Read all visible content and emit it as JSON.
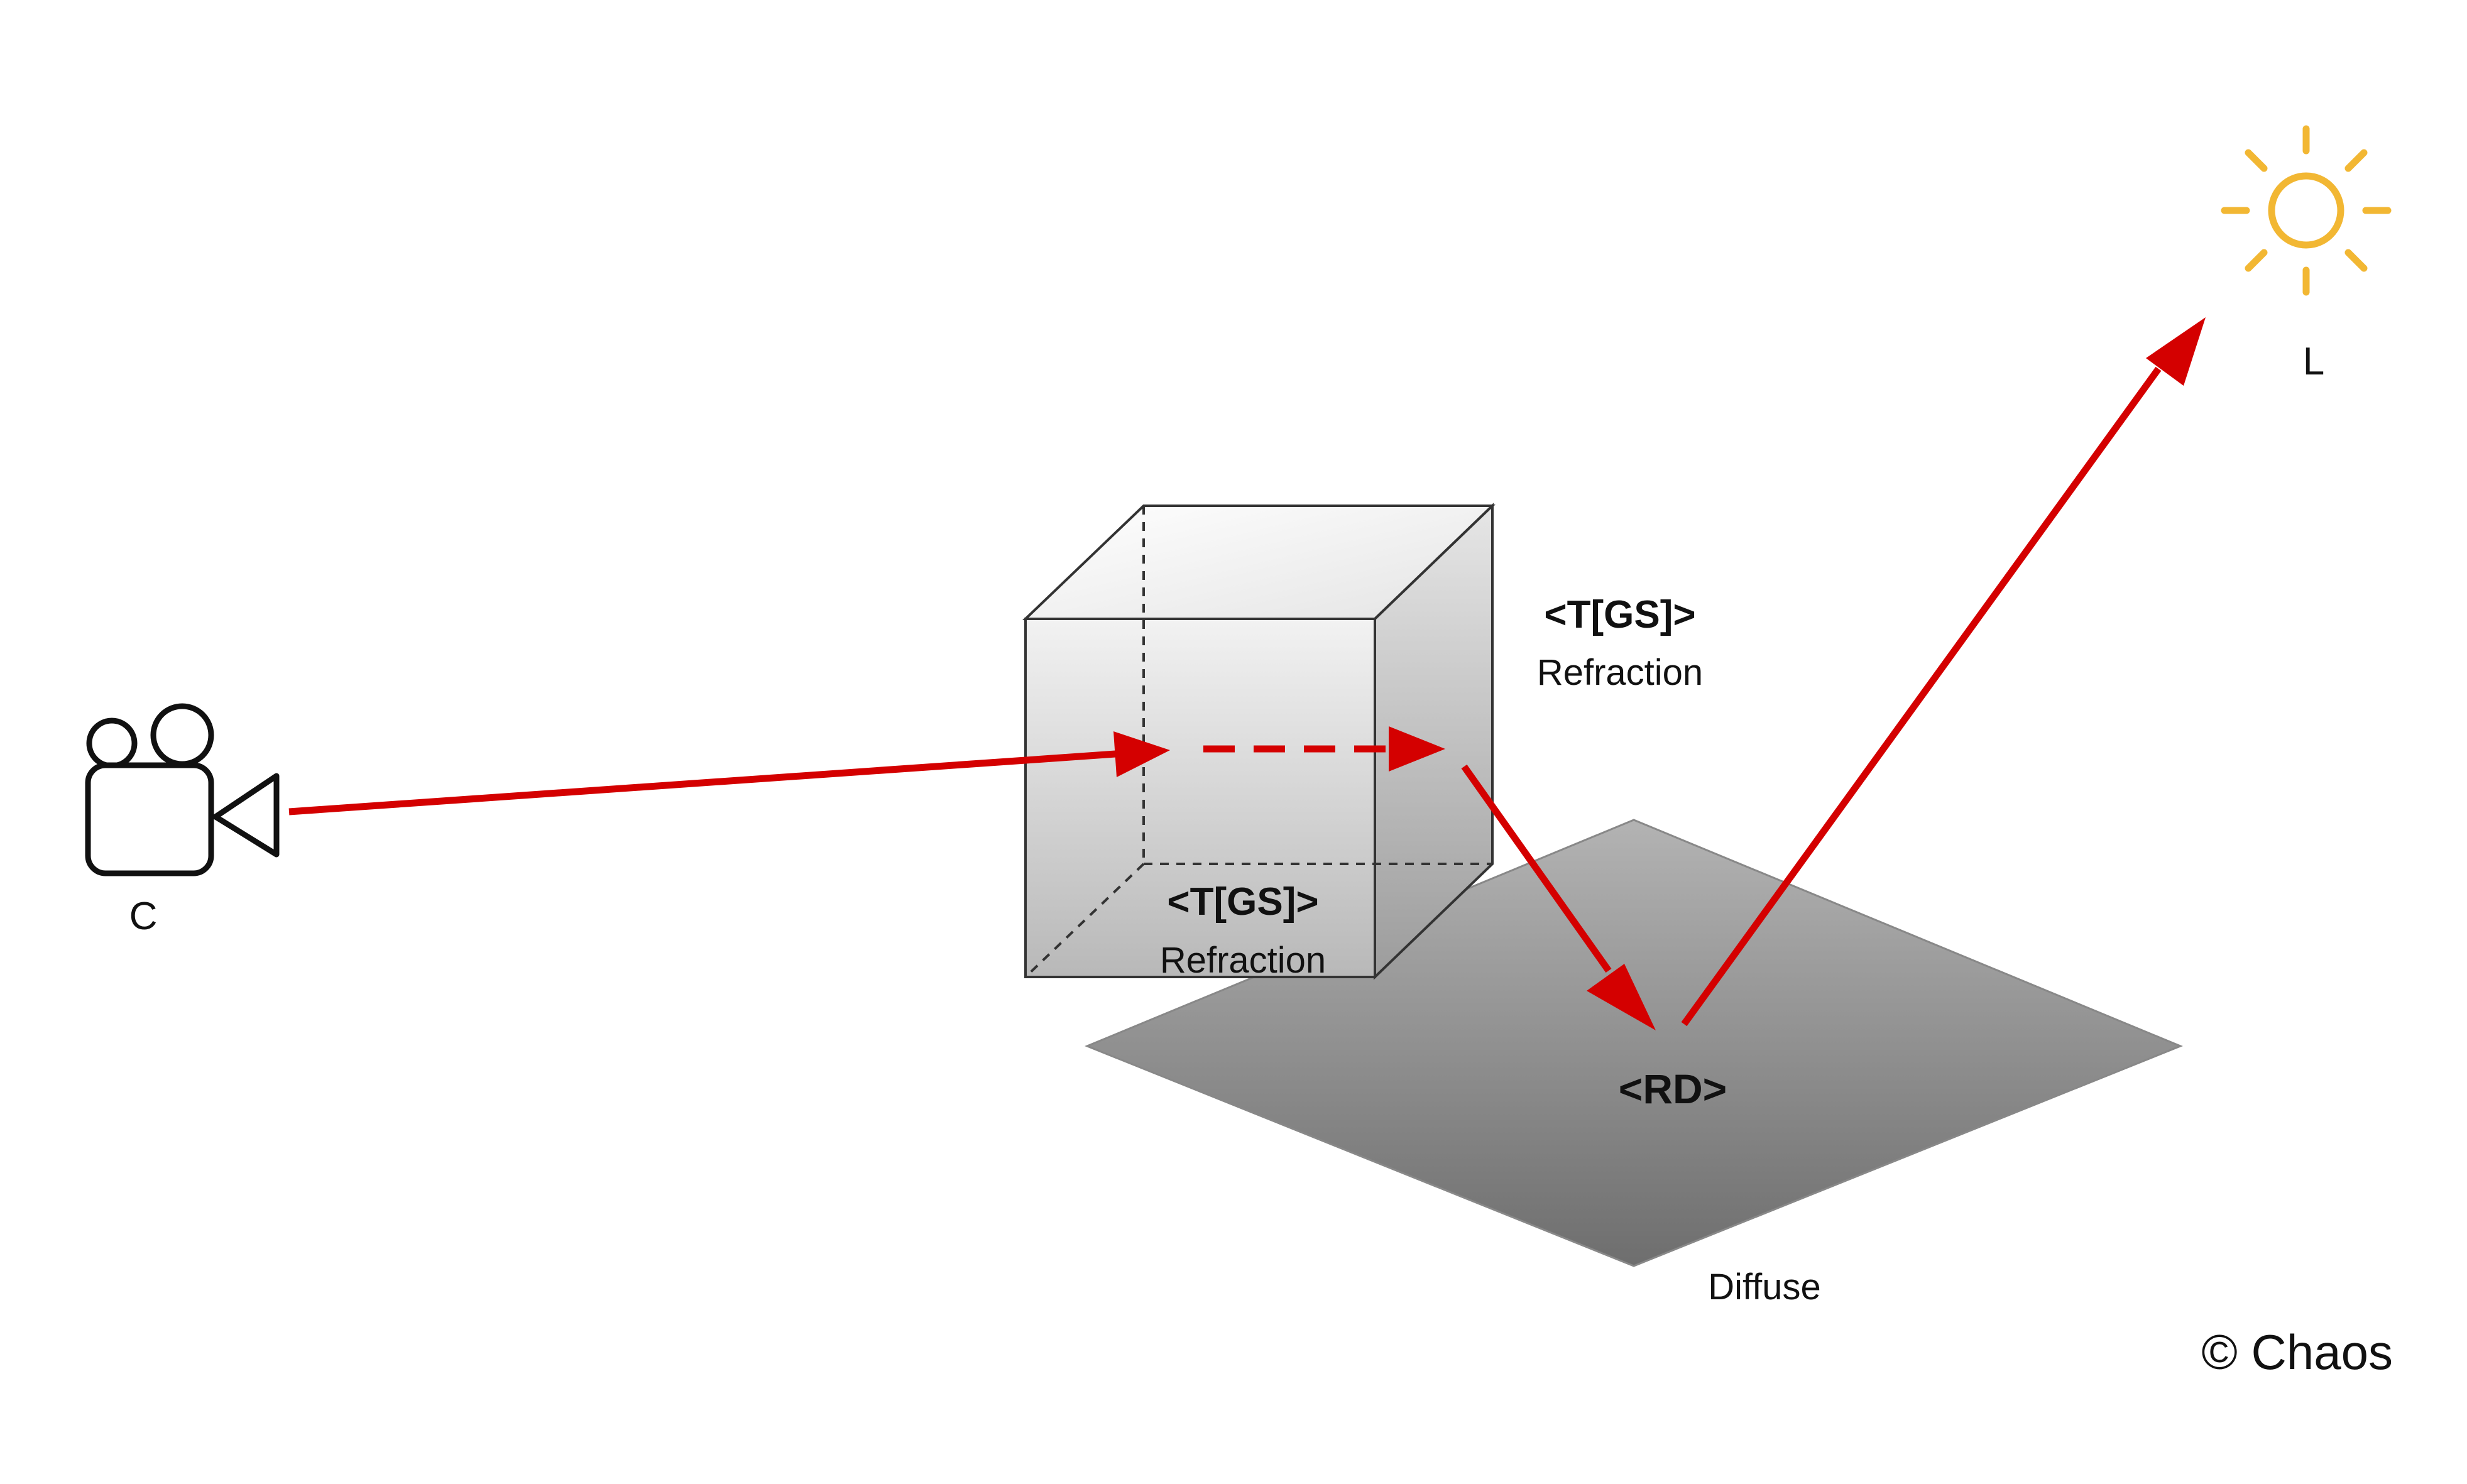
{
  "nodes": {
    "camera": {
      "label": "C"
    },
    "light": {
      "label": "L"
    },
    "cube_front": {
      "tag": "<T[GS]>",
      "label": "Refraction"
    },
    "cube_side": {
      "tag": "<T[GS]>",
      "label": "Refraction"
    },
    "floor": {
      "tag": "<RD>",
      "label": "Diffuse"
    }
  },
  "copyright": "© Chaos",
  "colors": {
    "ray": "#d40000",
    "sun": "#f2b733",
    "cube_edge": "#333333",
    "floor_light": "#b3b3b3",
    "floor_dark": "#6e6e6e",
    "icon_stroke": "#111111"
  }
}
